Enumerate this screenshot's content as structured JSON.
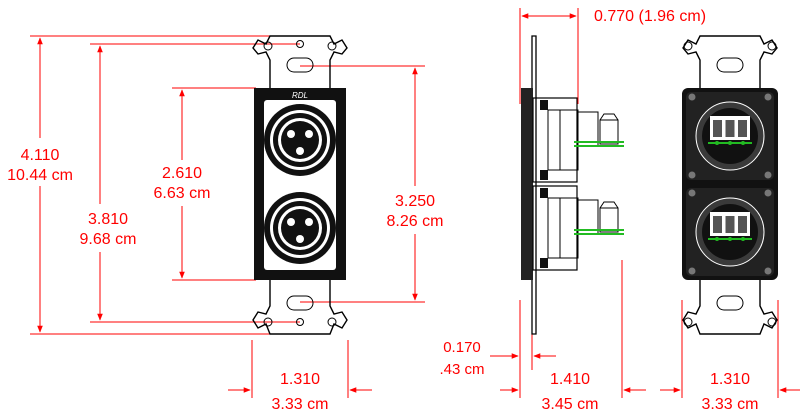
{
  "front_view": {
    "brand": "RDL",
    "height_dim": {
      "in": "4.110",
      "cm": "10.44 cm"
    },
    "hole_spacing_dim": {
      "in": "3.810",
      "cm": "9.68 cm"
    },
    "panel_height_dim": {
      "in": "2.610",
      "cm": "6.63 cm"
    },
    "opening_height_dim": {
      "in": "3.250",
      "cm": "8.26 cm"
    },
    "width_dim": {
      "in": "1.310",
      "cm": "3.33 cm"
    }
  },
  "side_view": {
    "depth_dim": {
      "text": "0.770 (1.96 cm)"
    },
    "plate_thickness_dim": {
      "in": "0.170",
      "cm": ".43 cm"
    },
    "overall_depth_dim": {
      "in": "1.410",
      "cm": "3.45 cm"
    }
  },
  "rear_view": {
    "width_dim": {
      "in": "1.310",
      "cm": "3.33 cm"
    }
  },
  "colors": {
    "dimension": "#ff0000",
    "terminal": "#22bb22",
    "outline": "#000000"
  }
}
